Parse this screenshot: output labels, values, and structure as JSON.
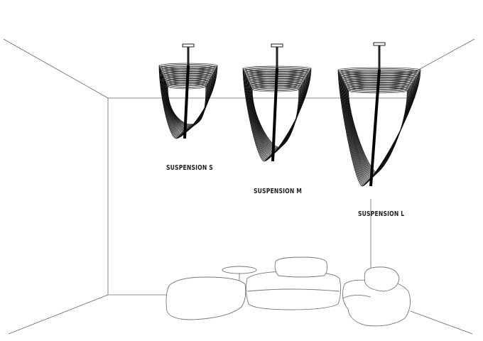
{
  "products": [
    {
      "label": "SUSPENSION S",
      "size": "S"
    },
    {
      "label": "SUSPENSION M",
      "size": "M"
    },
    {
      "label": "SUSPENSION L",
      "size": "L"
    }
  ],
  "colors": {
    "line": "#555555",
    "ink": "#111111",
    "background": "#ffffff"
  }
}
